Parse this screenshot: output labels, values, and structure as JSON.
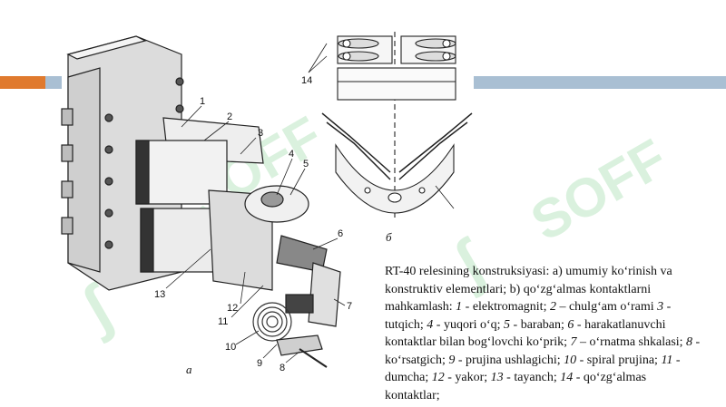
{
  "colors": {
    "accent_orange": "#e07a2e",
    "accent_blue": "#a9bfd3",
    "watermark": "#96d7a0"
  },
  "watermark_logo_text": "SOFF",
  "figure_a": {
    "sublabel": "а",
    "labels": [
      "1",
      "2",
      "3",
      "4",
      "5",
      "6",
      "7",
      "8",
      "9",
      "10",
      "11",
      "12",
      "13"
    ]
  },
  "figure_b": {
    "sublabel": "б",
    "label_14": "14"
  },
  "caption": {
    "intro": "RT-40 relesining konstruksiyasi: a) umumiy koʻrinish va konstruktiv elementlari; b) qoʻzgʻalmas kontaktlarni mahkamlash: ",
    "items": [
      {
        "num": "1",
        "text": " - elektromagnit; "
      },
      {
        "num": "2",
        "text": " – chulgʻam oʻrami "
      },
      {
        "num": "3",
        "text": " - tutqich; "
      },
      {
        "num": "4",
        "text": " - yuqori oʻq; "
      },
      {
        "num": "5",
        "text": " - baraban; "
      },
      {
        "num": "6",
        "text": " - harakatlanuvchi kontaktlar bilan bogʻlovchi koʻprik; "
      },
      {
        "num": "7",
        "text": " – oʻrnatma shkalasi; "
      },
      {
        "num": "8",
        "text": " - koʻrsatgich; "
      },
      {
        "num": "9",
        "text": " - prujina ushlagichi; "
      },
      {
        "num": "10",
        "text": " - spiral prujina; "
      },
      {
        "num": "11",
        "text": " - dumcha; "
      },
      {
        "num": "12",
        "text": " - yakor; "
      },
      {
        "num": "13",
        "text": " - tayanch; "
      },
      {
        "num": "14",
        "text": " - qoʻzgʻalmas kontaktlar;"
      }
    ]
  }
}
